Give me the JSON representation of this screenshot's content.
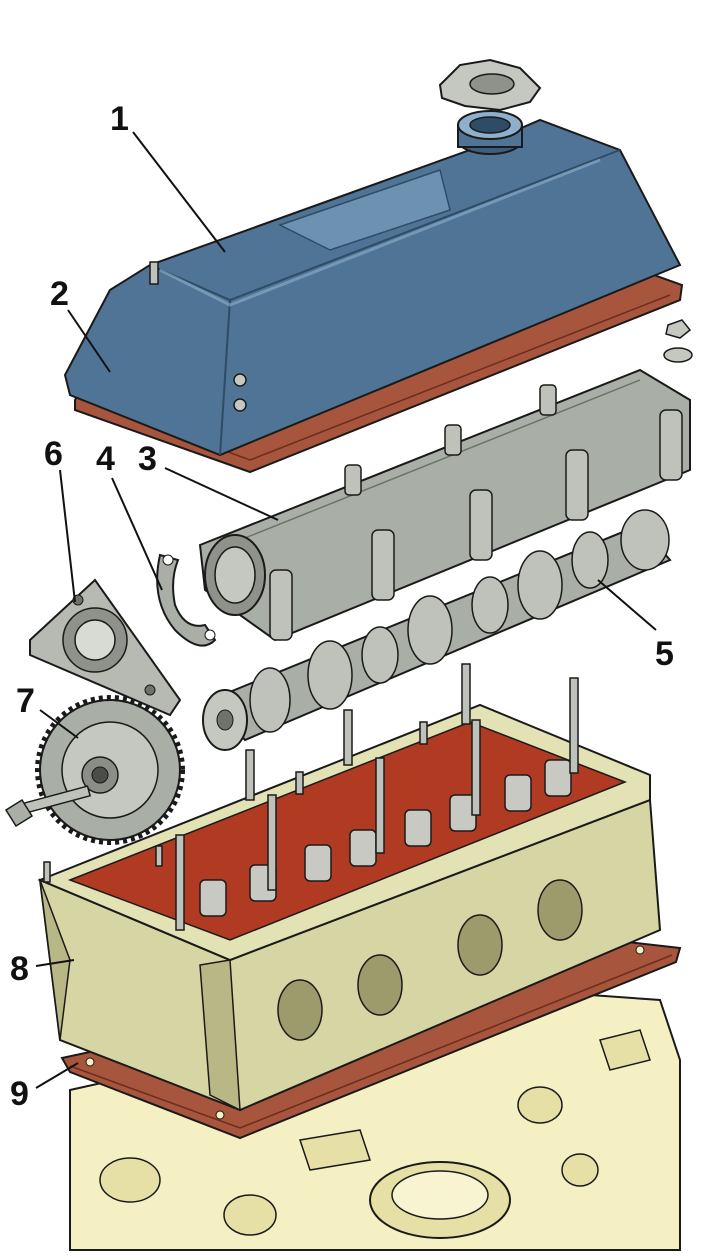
{
  "colors": {
    "cover": "#4f7495",
    "cover_dark": "#2f4c66",
    "cover_light": "#8fb0cc",
    "gasket": "#a8553e",
    "gasket_dark": "#6b2d1e",
    "metal_grey": "#a9aea6",
    "metal_dark": "#6e726c",
    "head": "#d6d6a4",
    "head_dark": "#9b9b6c",
    "head_inner": "#b03a22",
    "block": "#f4f0c4",
    "outline": "#1a1a1a"
  },
  "callouts": {
    "c1": "1",
    "c2": "2",
    "c3": "3",
    "c4": "4",
    "c5": "5",
    "c6": "6",
    "c7": "7",
    "c8": "8",
    "c9": "9"
  },
  "parts": [
    {
      "id": "oil-filler-cap-icon"
    },
    {
      "id": "valve-cover-icon"
    },
    {
      "id": "valve-cover-gasket-icon"
    },
    {
      "id": "camshaft-bearing-housing-icon"
    },
    {
      "id": "oil-seal-retainer-icon"
    },
    {
      "id": "camshaft-icon"
    },
    {
      "id": "rear-bracket-icon"
    },
    {
      "id": "camshaft-sprocket-icon"
    },
    {
      "id": "cylinder-head-icon"
    },
    {
      "id": "head-gasket-icon"
    },
    {
      "id": "engine-block-icon"
    }
  ]
}
